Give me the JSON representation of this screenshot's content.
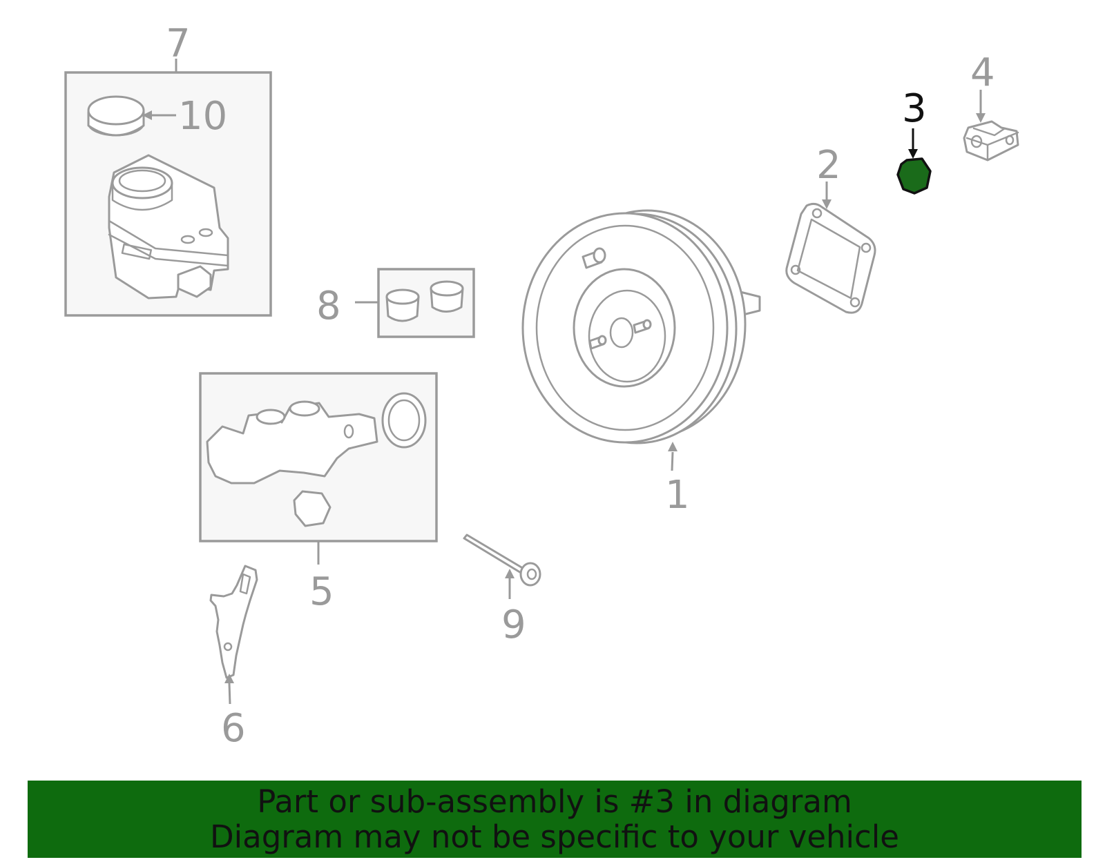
{
  "diagram": {
    "callouts": {
      "c1": "1",
      "c2": "2",
      "c3": "3",
      "c4": "4",
      "c5": "5",
      "c6": "6",
      "c7": "7",
      "c8": "8",
      "c9": "9",
      "c10": "10"
    },
    "highlighted_part": "3",
    "highlight_color": "#1a6b1a",
    "part_color": "#9a9a9a"
  },
  "banner": {
    "line1": "Part or sub-assembly is #3 in diagram",
    "line2": "Diagram may not be specific to your vehicle",
    "background": "#0e6b0e"
  }
}
